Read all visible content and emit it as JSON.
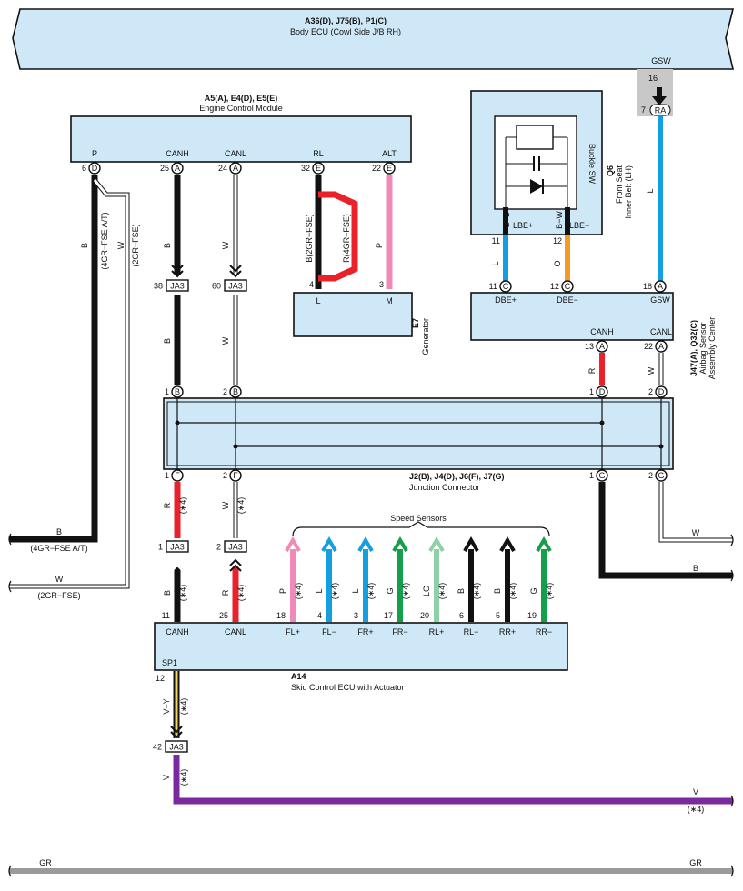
{
  "body_ecu": {
    "codes": "A36(D), J75(B), P1(C)",
    "name": "Body ECU (Cowl Side J/B RH)",
    "pin_gsw_label": "GSW",
    "pin_gsw_num": "16"
  },
  "ecm": {
    "codes": "A5(A), E4(D), E5(E)",
    "name": "Engine Control Module",
    "pins": [
      {
        "label": "P",
        "num": "6",
        "conn": "D"
      },
      {
        "label": "CANH",
        "num": "25",
        "conn": "A"
      },
      {
        "label": "CANL",
        "num": "24",
        "conn": "A"
      },
      {
        "label": "RL",
        "num": "32",
        "conn": "E"
      },
      {
        "label": "ALT",
        "num": "22",
        "conn": "E"
      }
    ]
  },
  "generator": {
    "code": "E7",
    "name": "Generator",
    "pins": [
      {
        "label": "L",
        "num": "4"
      },
      {
        "label": "M",
        "num": "3"
      }
    ]
  },
  "buckle": {
    "code": "Q6",
    "name1": "Front Seat",
    "name2": "Inner Belt (LH)",
    "switch": "Buckle SW",
    "lbe_plus": "LBE+",
    "lbe_minus": "LBE−",
    "wire_bl": "B−L",
    "wire_bw": "B−W"
  },
  "airbag": {
    "code": "J47(A), Q32(C)",
    "name1": "Airbag Sensor",
    "name2": "Assembly Center",
    "pins": [
      {
        "label": "DBE+",
        "num": "11",
        "conn": "C"
      },
      {
        "label": "DBE−",
        "num": "12",
        "conn": "C"
      },
      {
        "label": "GSW",
        "num": "18",
        "conn": "A"
      },
      {
        "label": "CANH",
        "num": "13",
        "conn": "A"
      },
      {
        "label": "CANL",
        "num": "22",
        "conn": "A"
      }
    ],
    "ra_num": "7",
    "ra_conn": "RA"
  },
  "junction": {
    "codes": "J2(B), J4(D), J6(F), J7(G)",
    "name": "Junction Connector",
    "top_pins": [
      {
        "num": "1",
        "conn": "B"
      },
      {
        "num": "2",
        "conn": "B"
      },
      {
        "num": "1",
        "conn": "D"
      },
      {
        "num": "2",
        "conn": "D"
      }
    ],
    "bottom_pins": [
      {
        "num": "1",
        "conn": "F"
      },
      {
        "num": "2",
        "conn": "F"
      },
      {
        "num": "1",
        "conn": "G"
      },
      {
        "num": "2",
        "conn": "G"
      }
    ]
  },
  "ja3": {
    "label": "JA3",
    "pins": [
      "38",
      "60",
      "1",
      "2",
      "42"
    ]
  },
  "skid": {
    "code": "A14",
    "name": "Skid Control ECU with Actuator",
    "sp1": "SP1",
    "sp1_num": "12",
    "pins": [
      {
        "label": "CANH",
        "num": "11"
      },
      {
        "label": "CANL",
        "num": "25"
      },
      {
        "label": "FL+",
        "num": "18"
      },
      {
        "label": "FL−",
        "num": "4"
      },
      {
        "label": "FR+",
        "num": "3"
      },
      {
        "label": "FR−",
        "num": "17"
      },
      {
        "label": "RL+",
        "num": "20"
      },
      {
        "label": "RL−",
        "num": "6"
      },
      {
        "label": "RR+",
        "num": "5"
      },
      {
        "label": "RR−",
        "num": "19"
      }
    ]
  },
  "speed_sensors": {
    "label": "Speed Sensors",
    "wires": [
      "P",
      "L",
      "L",
      "G",
      "LG",
      "B",
      "B",
      "G"
    ]
  },
  "wires": {
    "B": "B",
    "W": "W",
    "R": "R",
    "P": "P",
    "L": "L",
    "O": "O",
    "V": "V",
    "GR": "GR",
    "VY": "V−Y",
    "star4": "(∗4)",
    "b_2grfse": "B(2GR−FSE)",
    "r_4grfse": "R(4GR−FSE)",
    "note_4gr_at": "(4GR−FSE A/T)",
    "note_2gr": "(2GR−FSE)"
  },
  "colors": {
    "black": "#111111",
    "white": "#ffffff",
    "red": "#e8212b",
    "pink": "#f08ab8",
    "blue": "#14a0e0",
    "orange": "#f59a22",
    "purple": "#7a2a9c",
    "gray": "#9a9a9a",
    "green": "#14a04a",
    "lightgreen": "#8ed1a8",
    "yellow": "#f2d45a",
    "box": "#cfe8f7"
  }
}
